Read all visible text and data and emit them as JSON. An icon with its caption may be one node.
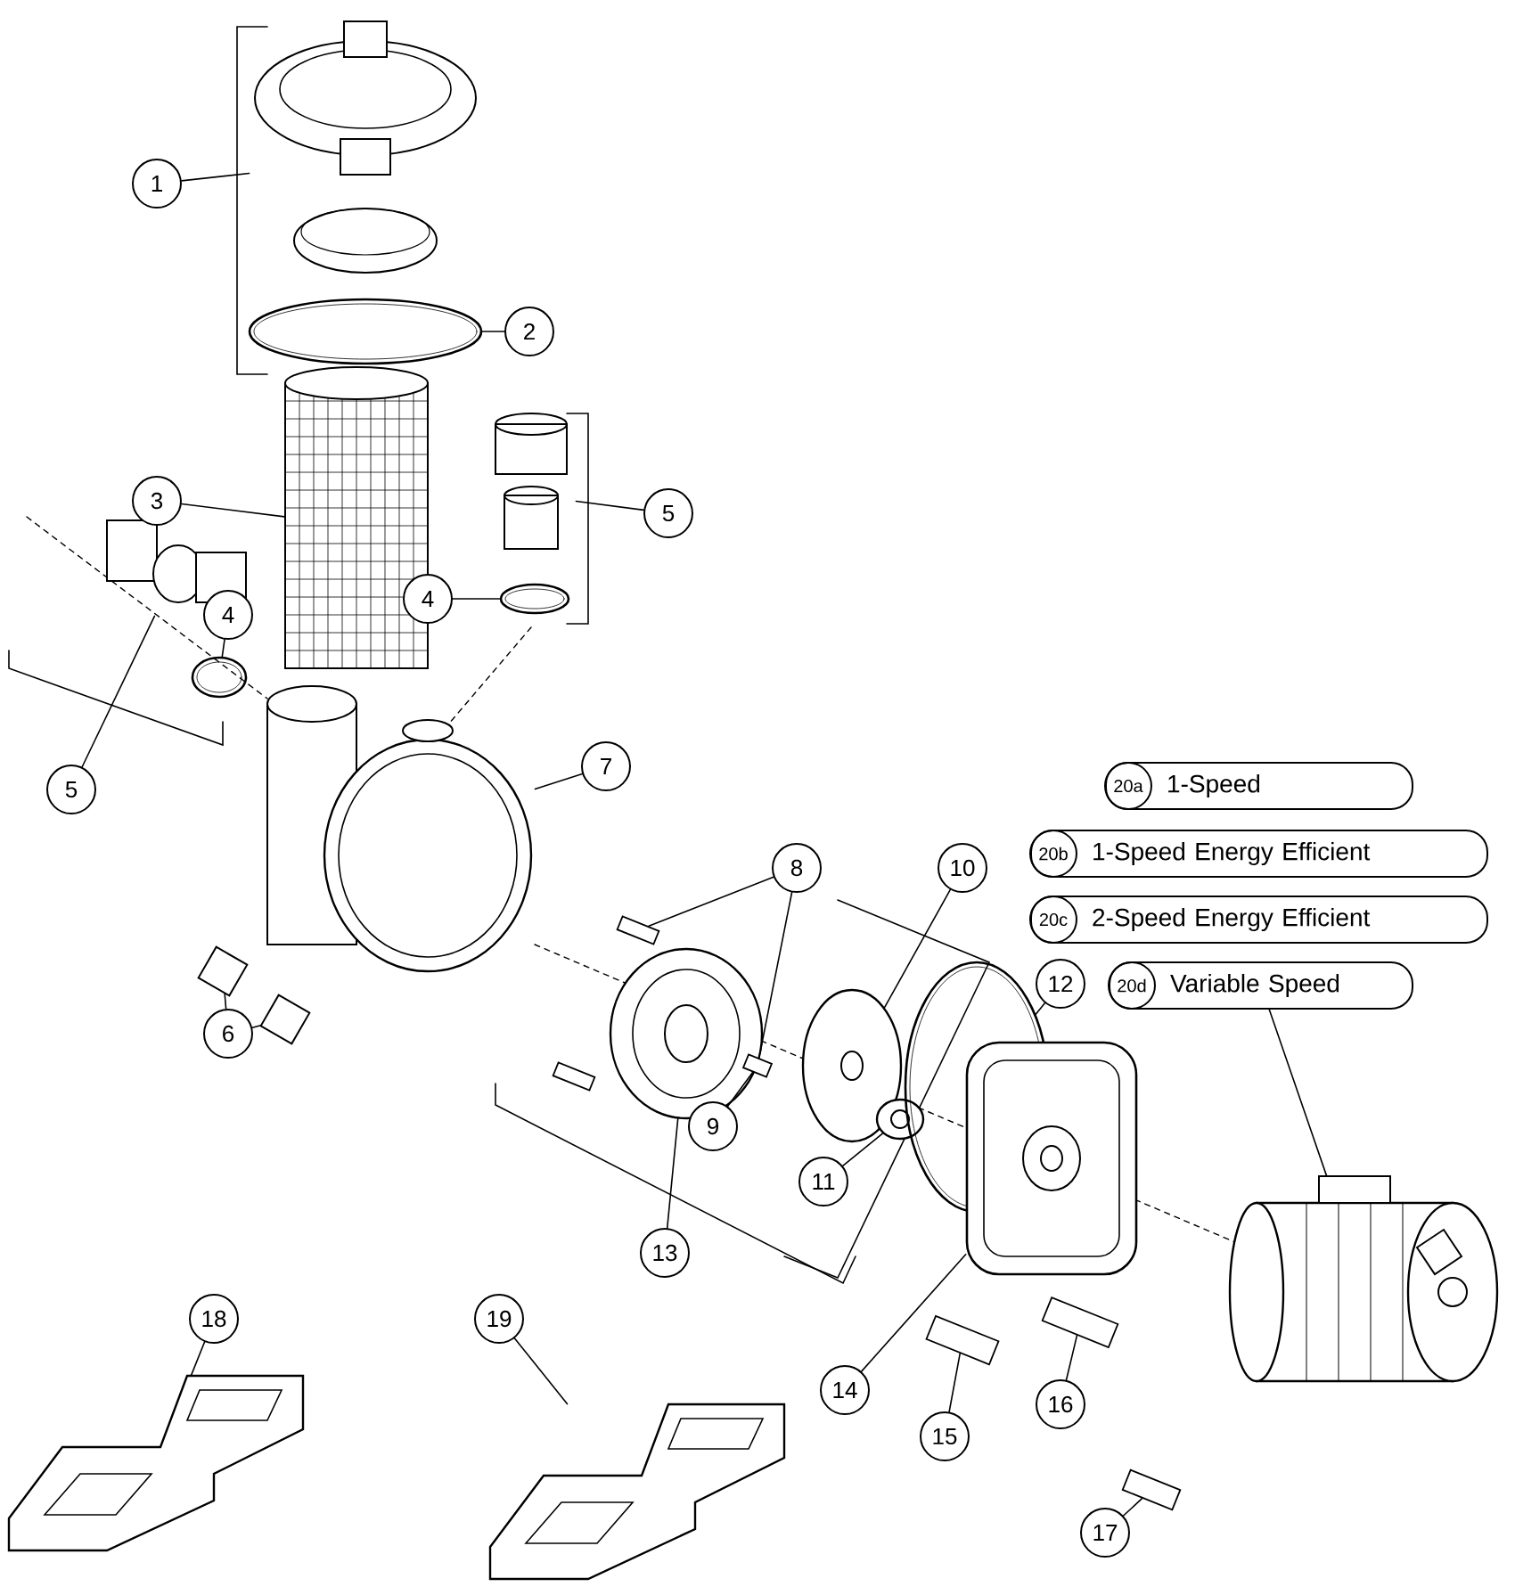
{
  "diagram": {
    "nodes": [
      {
        "text": [
          "1"
        ]
      },
      {
        "text": [
          "2"
        ]
      },
      {
        "text": [
          "3"
        ]
      },
      {
        "text": [
          "5"
        ]
      },
      {
        "text": [
          "4"
        ]
      },
      {
        "text": [
          "4"
        ]
      },
      {
        "text": [
          "5"
        ]
      },
      {
        "text": [
          "7"
        ]
      },
      {
        "text": [
          "8"
        ]
      },
      {
        "text": [
          "10"
        ]
      },
      {
        "text": [
          "12"
        ]
      },
      {
        "text": [
          "6"
        ]
      },
      {
        "text": [
          "9"
        ]
      },
      {
        "text": [
          "11"
        ]
      },
      {
        "text": [
          "13"
        ]
      },
      {
        "text": [
          "18"
        ]
      },
      {
        "text": [
          "19"
        ]
      },
      {
        "text": [
          "14"
        ]
      },
      {
        "text": [
          "16"
        ]
      },
      {
        "text": [
          "15"
        ]
      },
      {
        "text": [
          "17"
        ]
      },
      {
        "text": [
          "20a",
          "1-Speed"
        ]
      },
      {
        "text": [
          "20b",
          "1-Speed Energy Efficient"
        ]
      },
      {
        "text": [
          "20c",
          "2-Speed Energy Efficient"
        ]
      },
      {
        "text": [
          "20d",
          "Variable Speed"
        ]
      },
      {
        "text": [],
        "shape": "picture"
      },
      {
        "text": [],
        "shape": "circle"
      },
      {
        "text": [],
        "shape": "picture"
      },
      {
        "text": [],
        "shape": "picture"
      },
      {
        "text": [],
        "shape": "circle"
      },
      {
        "text": [],
        "shape": "picture"
      },
      {
        "text": [],
        "shape": "circle"
      },
      {
        "text": [],
        "shape": "picture"
      },
      {
        "text": [],
        "shape": "picture"
      },
      {
        "text": [],
        "shape": "picture"
      },
      {
        "text": [],
        "shape": "picture"
      },
      {
        "text": [],
        "shape": "picture"
      },
      {
        "text": [],
        "shape": "picture"
      },
      {
        "text": [],
        "shape": "picture"
      },
      {
        "text": [],
        "shape": "picture"
      },
      {
        "text": [],
        "shape": "picture"
      },
      {
        "text": [],
        "shape": "circle"
      },
      {
        "text": [],
        "shape": "picture"
      },
      {
        "text": [],
        "shape": "picture"
      },
      {
        "text": [],
        "shape": "picture"
      },
      {
        "text": [],
        "shape": "picture"
      },
      {
        "text": [],
        "shape": "picture"
      },
      {
        "text": [],
        "shape": "picture"
      },
      {
        "text": [],
        "shape": "picture"
      }
    ],
    "edges": [
      {
        "from": 0,
        "to": 25,
        "arrow": "none"
      },
      {
        "from": 1,
        "to": 26,
        "arrow": "none"
      },
      {
        "from": 2,
        "to": 27,
        "arrow": "none"
      },
      {
        "from": 3,
        "to": 28,
        "arrow": "none"
      },
      {
        "from": 4,
        "to": 29,
        "arrow": "none"
      },
      {
        "from": 5,
        "to": 31,
        "arrow": "none"
      },
      {
        "from": 6,
        "to": 30,
        "arrow": "none"
      },
      {
        "from": 7,
        "to": 32,
        "arrow": "none"
      },
      {
        "from": 8,
        "to": 35,
        "arrow": "none"
      },
      {
        "from": 8,
        "to": 38,
        "arrow": "none"
      },
      {
        "from": 12,
        "to": 38,
        "arrow": "none"
      },
      {
        "from": 9,
        "to": 39,
        "arrow": "none"
      },
      {
        "from": 10,
        "to": 41,
        "arrow": "none"
      },
      {
        "from": 11,
        "to": 33,
        "arrow": "none"
      },
      {
        "from": 11,
        "to": 34,
        "arrow": "none"
      },
      {
        "from": 13,
        "to": 40,
        "arrow": "none"
      },
      {
        "from": 14,
        "to": 37,
        "arrow": "none"
      },
      {
        "from": 15,
        "to": 47,
        "arrow": "none"
      },
      {
        "from": 16,
        "to": 48,
        "arrow": "none"
      },
      {
        "from": 17,
        "to": 42,
        "arrow": "none"
      },
      {
        "from": 18,
        "to": 44,
        "arrow": "none"
      },
      {
        "from": 19,
        "to": 43,
        "arrow": "none"
      },
      {
        "from": 20,
        "to": 46,
        "arrow": "none"
      },
      {
        "from": 24,
        "to": 45,
        "arrow": "none"
      }
    ]
  }
}
